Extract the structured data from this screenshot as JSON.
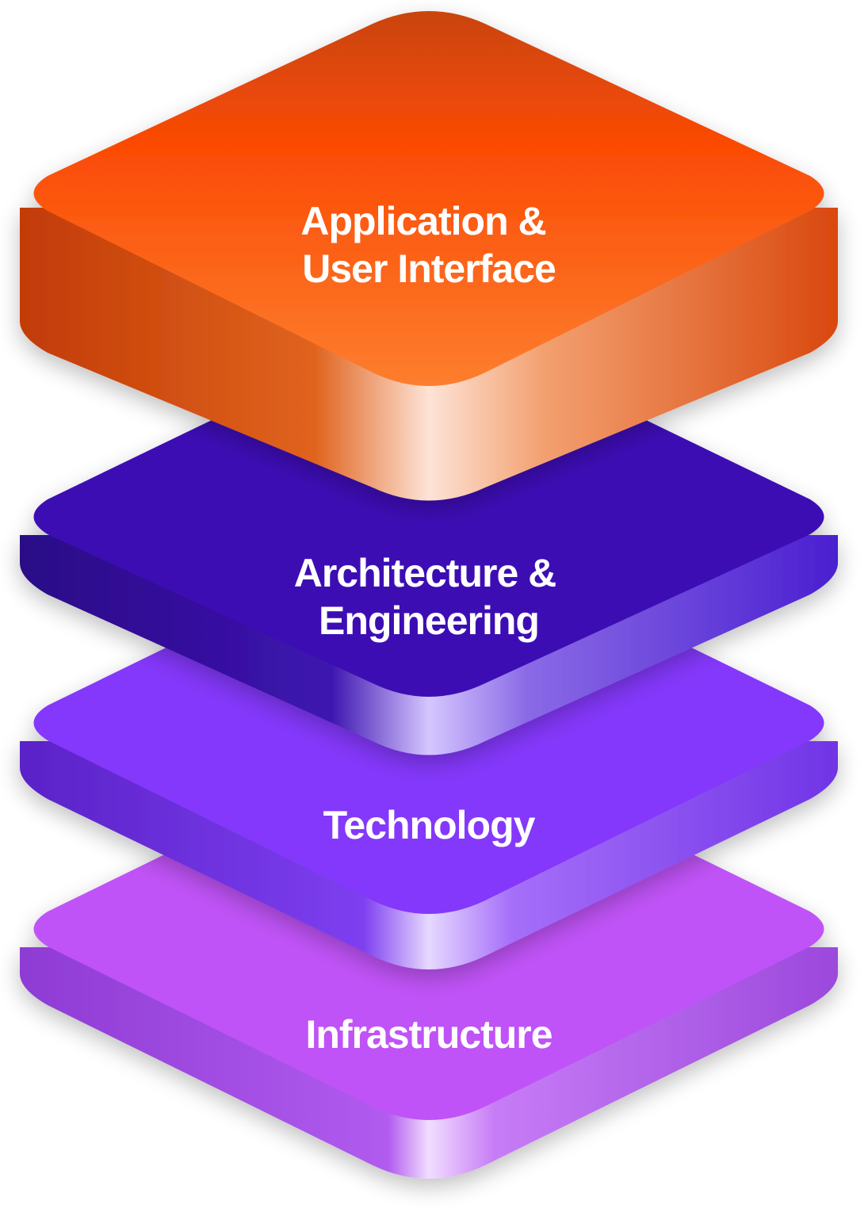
{
  "layers": [
    {
      "id": "infrastructure",
      "lines": [
        "Infrastructure"
      ],
      "top_color": "#c052f7",
      "side_dark": "#8e3bd4",
      "side_light": "#f1ddff"
    },
    {
      "id": "technology",
      "lines": [
        "Technology"
      ],
      "top_color": "#8438fb",
      "side_dark": "#5a22c8",
      "side_light": "#e6d8ff"
    },
    {
      "id": "architecture",
      "lines": [
        "Architecture &",
        "Engineering"
      ],
      "top_color": "#3e0fb4",
      "side_dark": "#2a0a86",
      "side_light": "#d5c6ff"
    },
    {
      "id": "application",
      "lines": [
        "Application &",
        "User Interface"
      ],
      "top_color": "#fb4a04",
      "top_highlight": "#f24d00",
      "side_dark": "#c23b06",
      "side_light": "#fde3d6"
    }
  ]
}
